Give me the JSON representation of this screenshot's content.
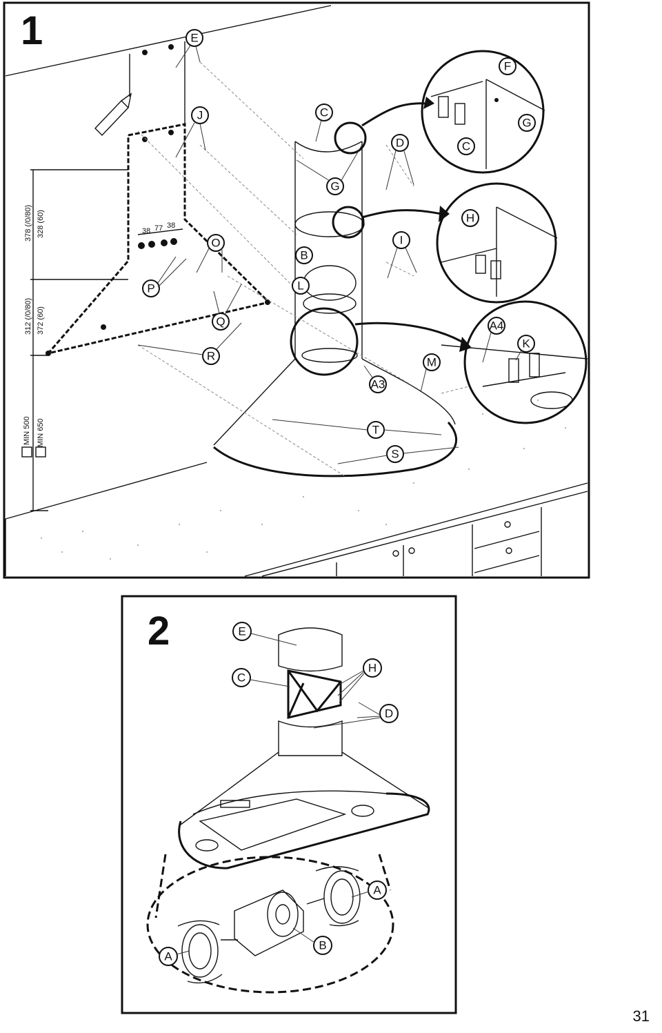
{
  "panel1": {
    "step_number": "1",
    "callouts": [
      "E",
      "J",
      "C",
      "D",
      "F",
      "G",
      "C",
      "G",
      "H",
      "I",
      "O",
      "B",
      "P",
      "L",
      "Q",
      "R",
      "A3",
      "M",
      "A4",
      "K",
      "T",
      "S"
    ],
    "dimensions": {
      "top_spacing": [
        "38",
        "77",
        "38"
      ],
      "height_upper_a": "378  (/0/80)",
      "height_upper_b": "328  (60)",
      "height_lower_a": "312  (/0/80)",
      "height_lower_b": "372  (60)",
      "min_a": "MIN 500",
      "min_b": "MIN 650"
    }
  },
  "panel2": {
    "step_number": "2",
    "callouts": [
      "E",
      "C",
      "H",
      "D",
      "A",
      "B",
      "A"
    ]
  },
  "page_number": "31"
}
